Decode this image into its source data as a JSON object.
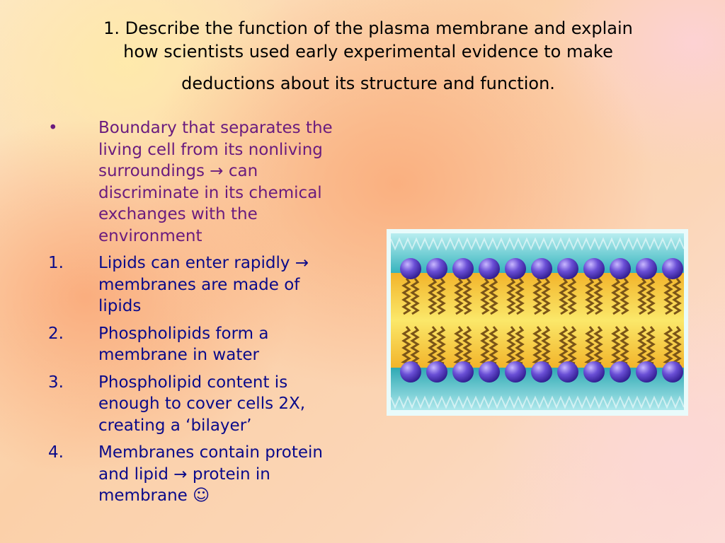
{
  "title": {
    "line1": "1. Describe the function of the plasma membrane and explain",
    "line2": "how scientists used early experimental evidence to make",
    "line3": "deductions about its structure and function."
  },
  "bullets": [
    {
      "marker": "•",
      "text": "Boundary that separates the living cell from its nonliving surroundings → can discriminate in its chemical exchanges with the environment"
    },
    {
      "marker": "1.",
      "text": "Lipids can enter rapidly → membranes are made of lipids"
    },
    {
      "marker": "2.",
      "text": "Phospholipids form a membrane in water"
    },
    {
      "marker": "3.",
      "text": "Phospholipid content is enough to cover cells 2X, creating a ‘bilayer’"
    },
    {
      "marker": "4.",
      "text": "Membranes contain protein and lipid → protein in membrane ☺"
    }
  ],
  "colors": {
    "first_bullet": "#6a1b7e",
    "numbered_items": "#0a0a8a",
    "membrane_water": "#3fbcc4",
    "membrane_core": "#f6c93a",
    "phospholipid_head": "#5b3fc9"
  },
  "illustration": {
    "icon": "phospholipid-bilayer-icon",
    "heads_per_row": 11
  }
}
